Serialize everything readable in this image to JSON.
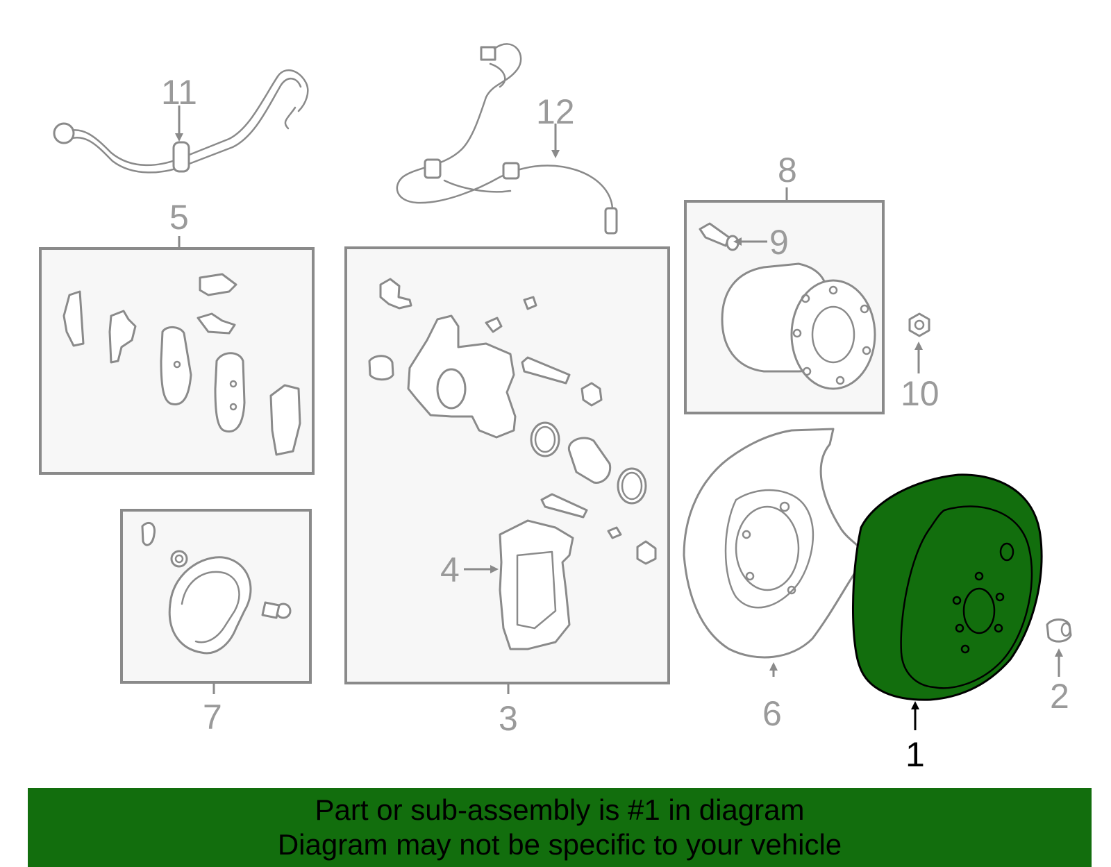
{
  "callouts": {
    "c1": "1",
    "c2": "2",
    "c3": "3",
    "c4": "4",
    "c5": "5",
    "c6": "6",
    "c7": "7",
    "c8": "8",
    "c9": "9",
    "c10": "10",
    "c11": "11",
    "c12": "12"
  },
  "banner": {
    "line1": "Part or sub-assembly is #1 in diagram",
    "line2": "Diagram may not be specific to your vehicle"
  },
  "colors": {
    "highlight": "#126e0d",
    "banner_bg": "#126e0d",
    "line_gray": "#8a8a8a",
    "box_fill": "#f7f7f7"
  },
  "highlighted_part": "1"
}
